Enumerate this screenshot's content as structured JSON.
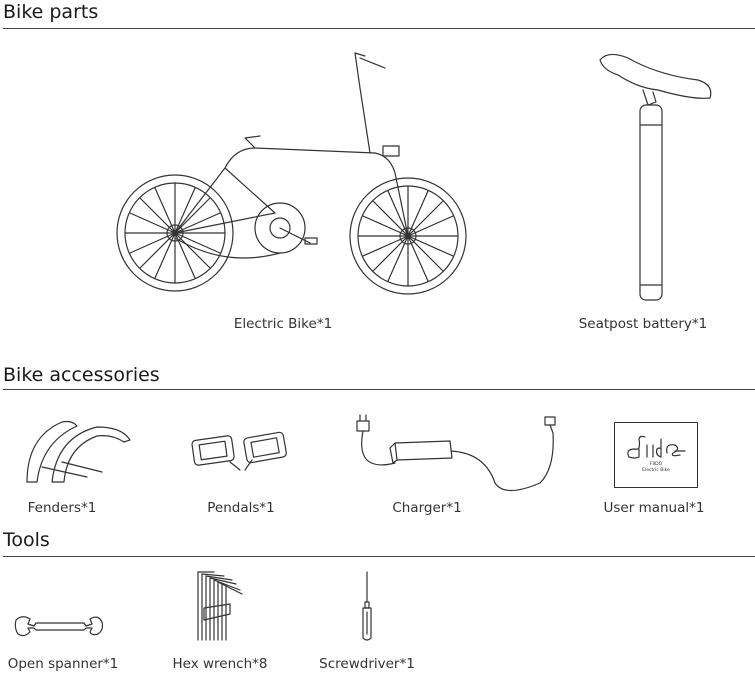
{
  "sections": [
    {
      "title": "Bike parts",
      "items": [
        {
          "label": "Electric Bike*1",
          "icon": "electric-bike"
        },
        {
          "label": "Seatpost battery*1",
          "icon": "seatpost-battery"
        }
      ]
    },
    {
      "title": "Bike accessories",
      "items": [
        {
          "label": "Fenders*1",
          "icon": "fenders"
        },
        {
          "label": "Pendals*1",
          "icon": "pedals"
        },
        {
          "label": "Charger*1",
          "icon": "charger"
        },
        {
          "label": "User manual*1",
          "icon": "user-manual"
        }
      ]
    },
    {
      "title": "Tools",
      "items": [
        {
          "label": "Open spanner*1",
          "icon": "open-spanner"
        },
        {
          "label": "Hex wrench*8",
          "icon": "hex-wrench"
        },
        {
          "label": "Screwdriver*1",
          "icon": "screwdriver"
        }
      ]
    }
  ],
  "manual_cover": {
    "brand": "Fiido",
    "subtitle_1": "FIIDO",
    "subtitle_2": "Electric Bike"
  }
}
